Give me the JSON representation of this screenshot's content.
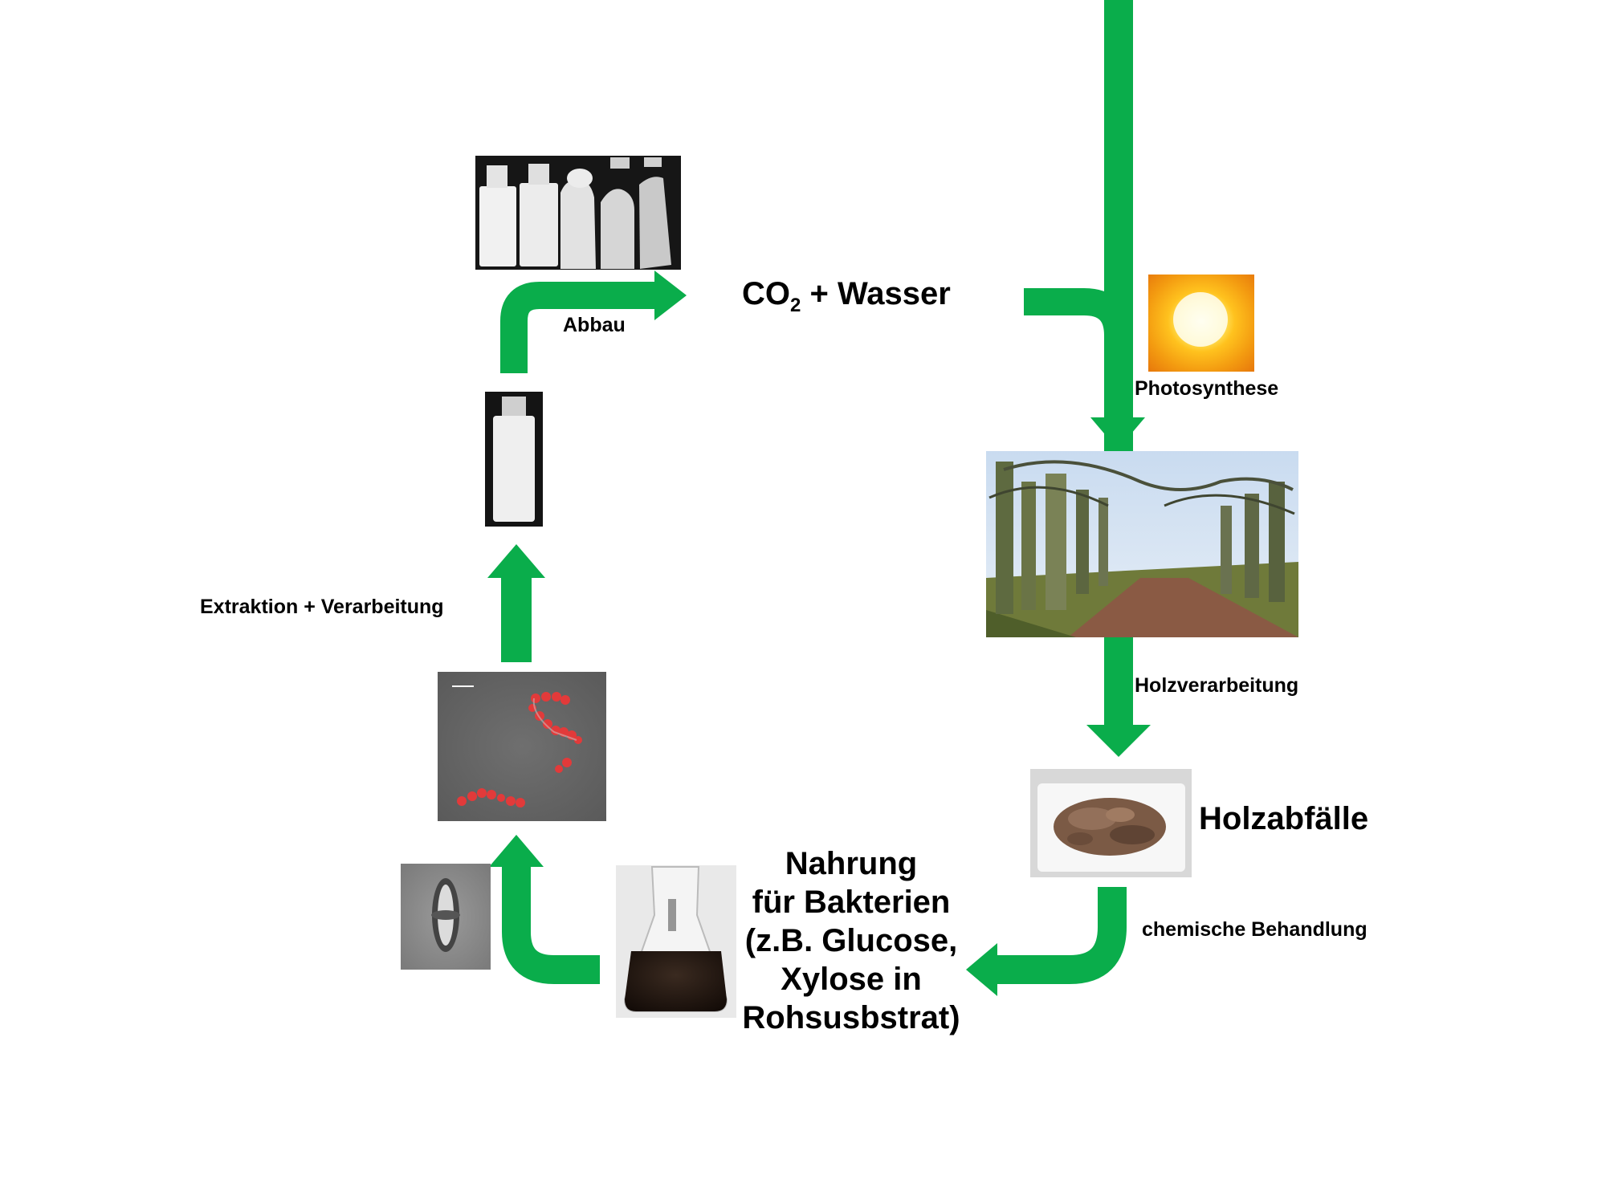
{
  "colors": {
    "arrow": "#0aad4b",
    "text": "#000000",
    "background": "#ffffff"
  },
  "diagram": {
    "co2_water": {
      "prefix": "CO",
      "subscript": "2",
      "suffix": " + Wasser"
    },
    "labels": {
      "abbau": "Abbau",
      "photosynthese": "Photosynthese",
      "holzverarbeitung": "Holzverarbeitung",
      "holzabfaelle": "Holzabfälle",
      "chemische_behandlung": "chemische Behandlung",
      "extraktion": "Extraktion + Verarbeitung",
      "nahrung_lines": [
        "Nahrung",
        "für Bakterien",
        "(z.B. Glucose,",
        "Xylose in",
        "Rohsusbstrat)"
      ]
    },
    "images": {
      "degraded_bottles": "degraded-plastic-bottles-photo",
      "sun": "sun-photo",
      "forest": "forest-path-photo",
      "wood_waste": "wood-chips-on-tray-photo",
      "flask": "flask-with-dark-liquid-photo",
      "bacterium": "single-bacterium-micrograph",
      "bacteria_fluorescence": "bacteria-with-red-granules-micrograph",
      "bottle": "white-plastic-bottle-photo"
    }
  }
}
